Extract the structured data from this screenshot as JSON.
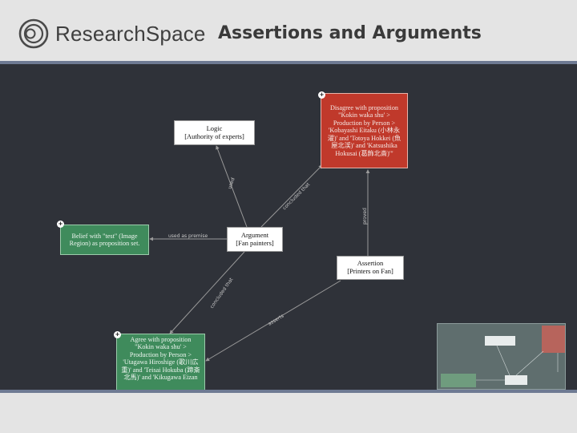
{
  "header": {
    "logo_text": "ResearchSpace",
    "title": "Assertions and Arguments"
  },
  "graph": {
    "nodes": {
      "logic": {
        "line1": "Logic",
        "line2": "[Authority of experts]"
      },
      "disagree": {
        "text": "Disagree with proposition \"Kokin waka shu' > Production by Person > 'Kobayashi Eitaku (小林永濯)' and 'Totoya Hokkei (魚屋北渓)' and 'Katsushika Hokusai (葛飾北斎)'\""
      },
      "belief": {
        "text": "Belief with \"test\" (Image Region) as proposition set."
      },
      "argument": {
        "line1": "Argument",
        "line2": "[Fan painters]"
      },
      "assertion": {
        "line1": "Assertion",
        "line2": "[Printers on Fan]"
      },
      "agree": {
        "text": "Agree with proposition \"Kokin waka shu' > Production by Person > 'Utagawa Hiroshige (歌川広重)' and 'Teisai Hokuba (蹄斎北馬)' and 'Kikugawa Eizan"
      }
    },
    "pin_symbol": "+",
    "edges": {
      "logic_argument": "used",
      "argument_disagree": "concluded that",
      "argument_belief": "used as premise",
      "argument_agree": "concluded that",
      "assertion_disagree": "proved",
      "assertion_agree": "asserts"
    }
  },
  "colors": {
    "canvas": "#2f3239",
    "red_node": "#c0392b",
    "green_node": "#3f8b5c",
    "accent_rule": "#6e7a93"
  }
}
